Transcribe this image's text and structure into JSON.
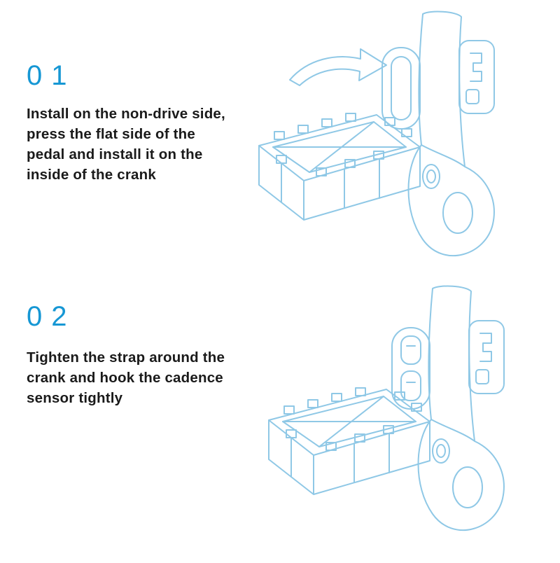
{
  "colors": {
    "accent": "#1697d4",
    "line_art": "#8fc8e6",
    "text": "#1a1a1a",
    "background": "#ffffff"
  },
  "steps": [
    {
      "number": "01",
      "description": "Install on the non-drive side,\npress the flat side of the\npedal and install it on the\ninside of the crank",
      "illustration": "pedal-and-crank-with-arrow-showing-sensor-placement"
    },
    {
      "number": "02",
      "description": "Tighten the strap around the\ncrank and hook the cadence\nsensor tightly",
      "illustration": "pedal-and-crank-with-strapped-cadence-sensor"
    }
  ]
}
